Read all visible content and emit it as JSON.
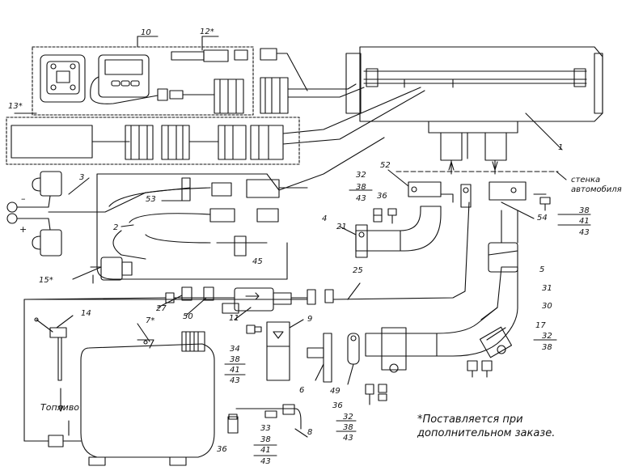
{
  "labels": {
    "p1": "1",
    "p2": "2",
    "p3": "3",
    "p4": "4",
    "p5": "5",
    "p6": "6",
    "p7": "7*",
    "p8": "8",
    "p9": "9",
    "p10": "10",
    "p11": "11",
    "p12": "12*",
    "p13": "13*",
    "p14": "14",
    "p15": "15*",
    "p17": "17",
    "p21": "21",
    "p25": "25",
    "p27": "27",
    "p30": "30",
    "p31": "31",
    "p45": "45",
    "p49": "49",
    "p50": "50",
    "p52": "52",
    "p53": "53",
    "p54": "54",
    "s32a": "32",
    "s38a": "38",
    "s43a": "43",
    "s36a": "36",
    "s38b": "38",
    "s41b": "41",
    "s43b": "43",
    "s32c": "32",
    "s38c": "38",
    "s34": "34",
    "s38d": "38",
    "s41d": "41",
    "s43d": "43",
    "s36e": "36",
    "s32e": "32",
    "s38e": "38",
    "s43e": "43",
    "s33": "33",
    "s38f": "38",
    "s41f": "41",
    "s43f": "43",
    "s36f": "36"
  },
  "texts": {
    "wall": "стенка автомобиля",
    "fuel": "Топливо",
    "minus": "–",
    "plus": "+",
    "footnote": "*Поставляется при дополнительном заказе."
  }
}
